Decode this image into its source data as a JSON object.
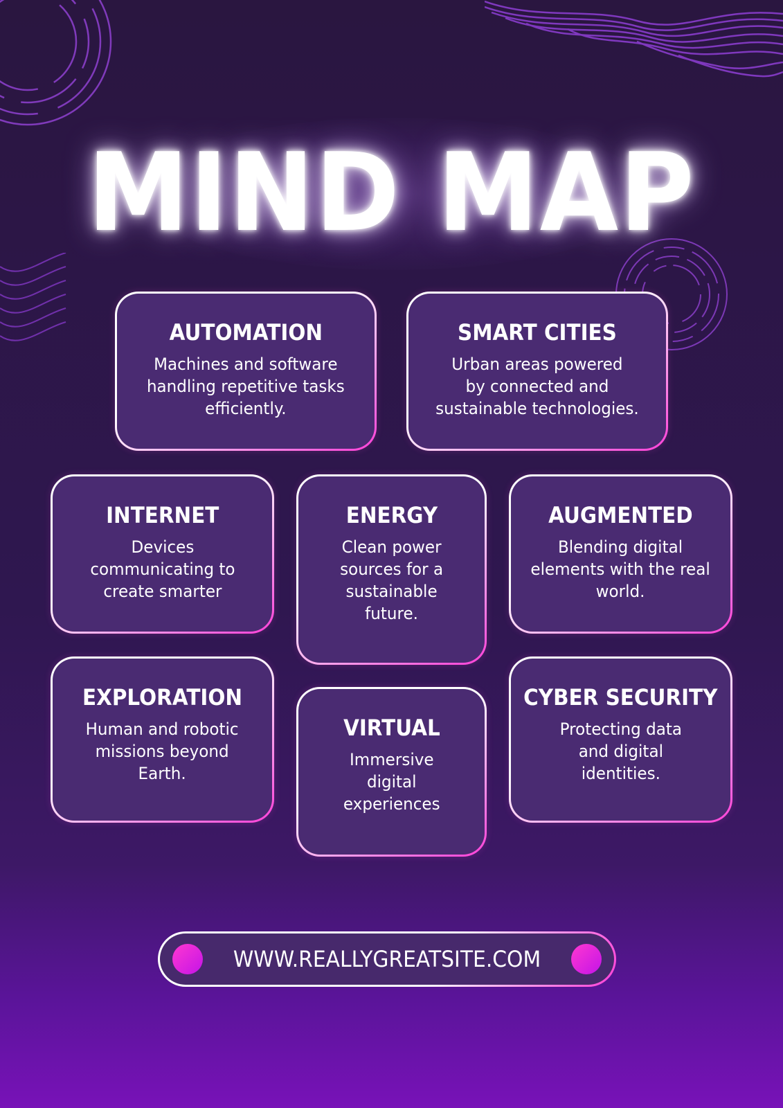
{
  "title": "MIND MAP",
  "cards": [
    {
      "id": "automation",
      "title": "AUTOMATION",
      "desc": "Machines and software\nhandling repetitive tasks\nefficiently."
    },
    {
      "id": "smart-cities",
      "title": "SMART CITIES",
      "desc": "Urban areas powered\nby connected and\nsustainable technologies."
    },
    {
      "id": "internet",
      "title": "INTERNET",
      "desc": "Devices\ncommunicating to\ncreate smarter"
    },
    {
      "id": "energy",
      "title": "ENERGY",
      "desc": "Clean power\nsources for a\nsustainable\nfuture."
    },
    {
      "id": "augmented",
      "title": "AUGMENTED",
      "desc": "Blending digital\nelements with the real\nworld."
    },
    {
      "id": "exploration",
      "title": "EXPLORATION",
      "desc": "Human and robotic\nmissions beyond\nEarth."
    },
    {
      "id": "virtual",
      "title": "VIRTUAL",
      "desc": "Immersive\ndigital\nexperiences"
    },
    {
      "id": "cyber-security",
      "title": "CYBER SECURITY",
      "desc": "Protecting data\nand digital\nidentities."
    }
  ],
  "footer": {
    "url": "WWW.REALLYGREATSITE.COM"
  },
  "colors": {
    "background": "#2f1750",
    "card_fill": "#4a2b72",
    "accent_pink": "#ff3fd8",
    "accent_purple": "#7812b8",
    "text": "#ffffff"
  }
}
